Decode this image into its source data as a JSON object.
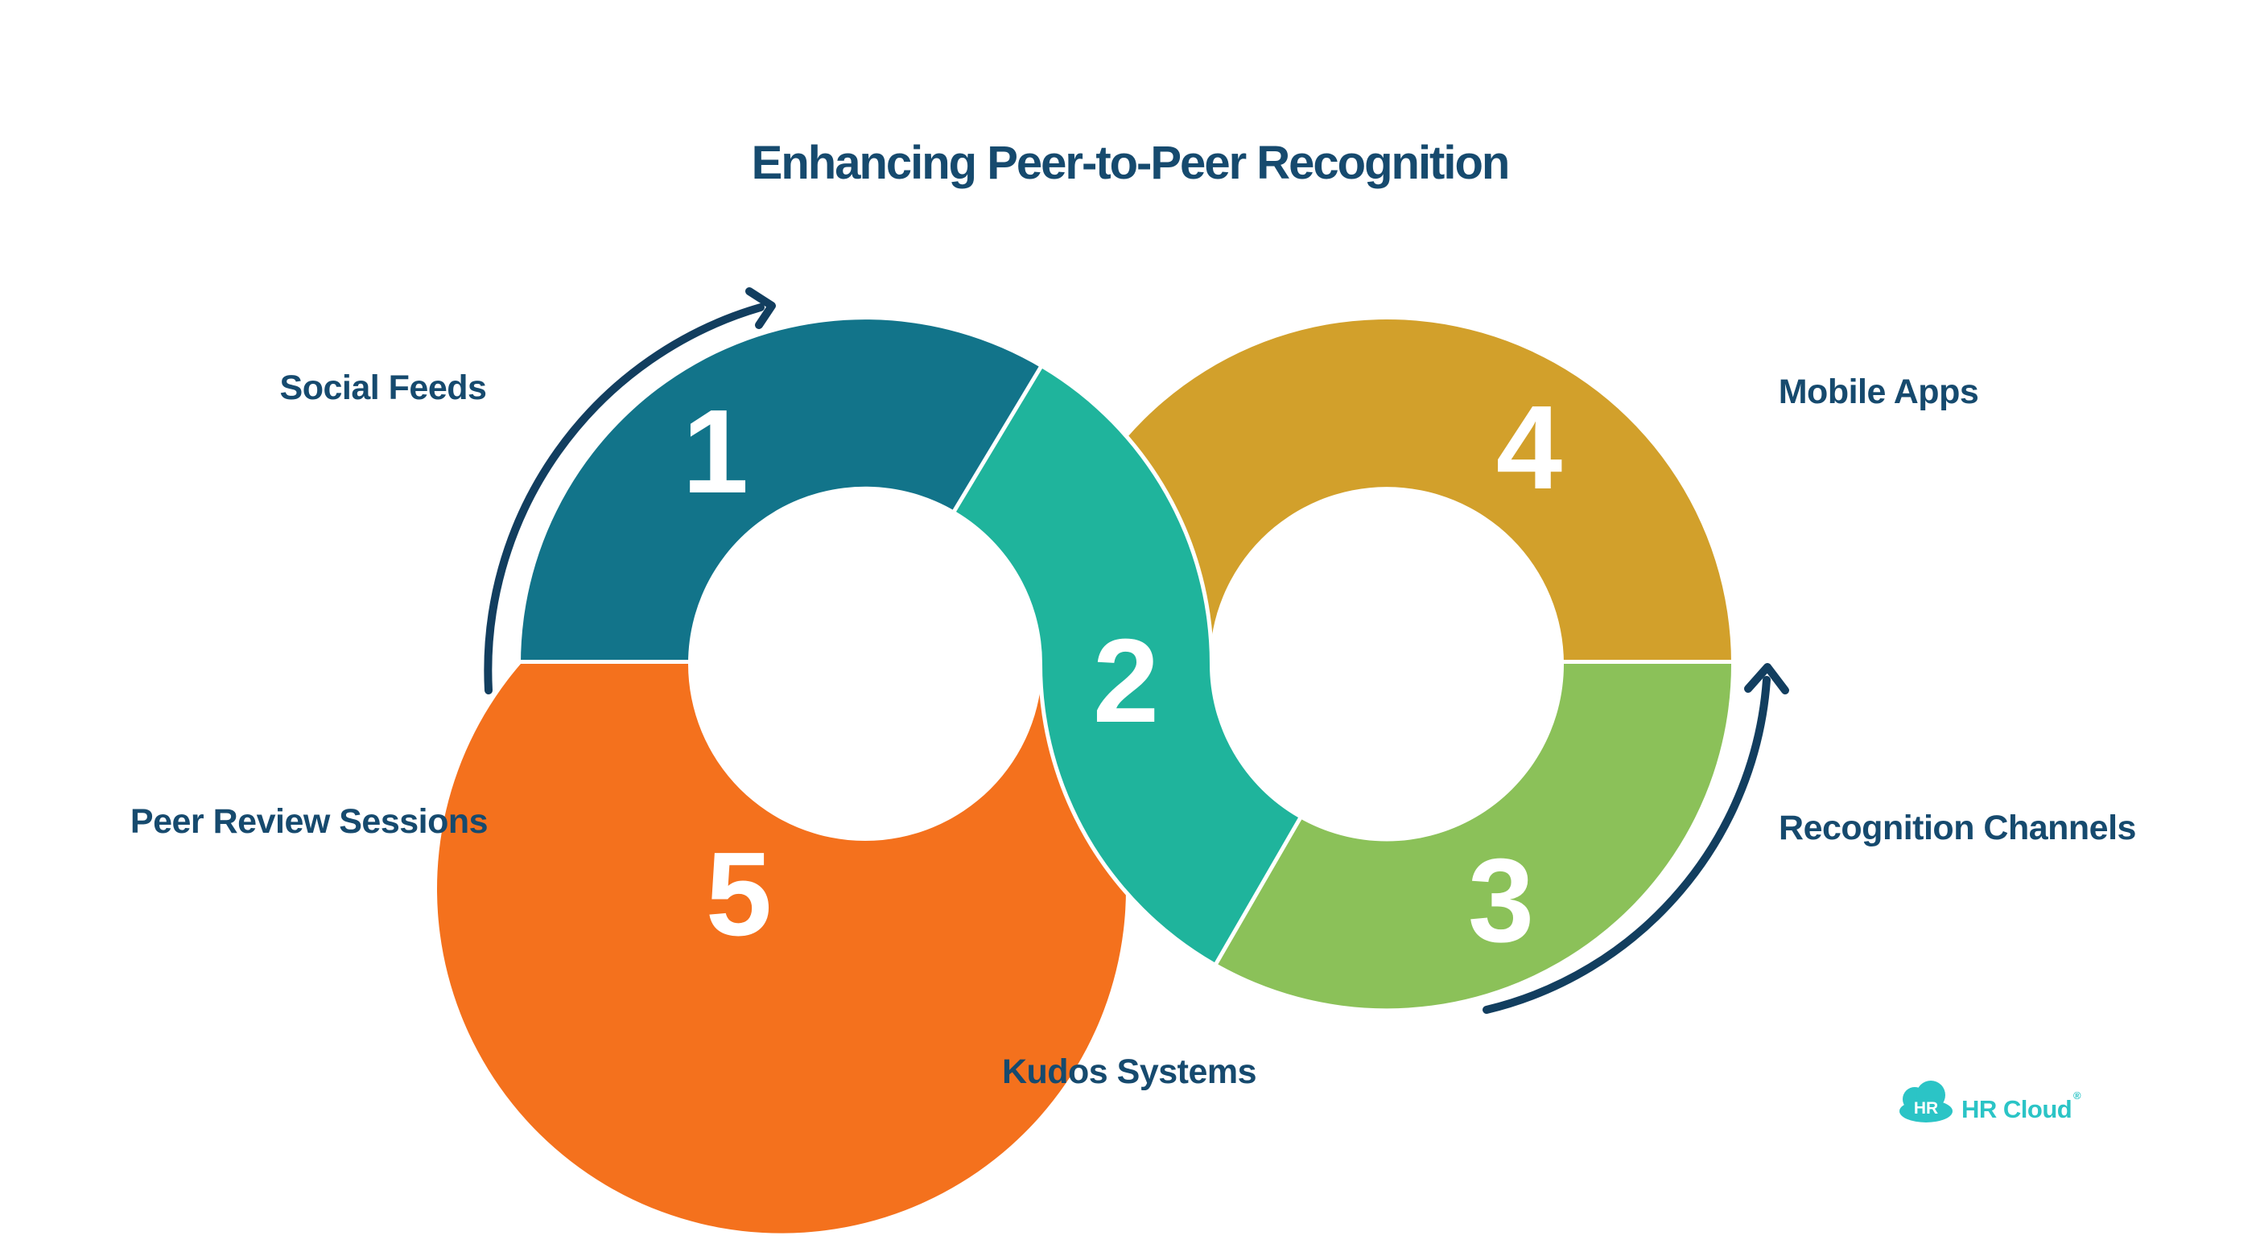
{
  "title": "Enhancing Peer-to-Peer Recognition",
  "diagram_type": "infinity-loop-process",
  "steps": [
    {
      "number": "1",
      "label": "Social Feeds",
      "color": "#12748A"
    },
    {
      "number": "2",
      "label": "Kudos Systems",
      "color": "#1FB49C"
    },
    {
      "number": "3",
      "label": "Recognition Channels",
      "color": "#8BC159"
    },
    {
      "number": "4",
      "label": "Mobile Apps",
      "color": "#D2A02B"
    },
    {
      "number": "5",
      "label": "Peer Review Sessions",
      "color": "#F4711D"
    }
  ],
  "colors": {
    "text_navy": "#164A6E",
    "arrow_navy": "#123E5F",
    "background": "#FFFFFF",
    "number_white": "#FFFFFF",
    "logo_teal": "#2BC4C6"
  },
  "logo": {
    "icon_text": "HR",
    "brand": "HR Cloud",
    "registered_mark": "®"
  }
}
